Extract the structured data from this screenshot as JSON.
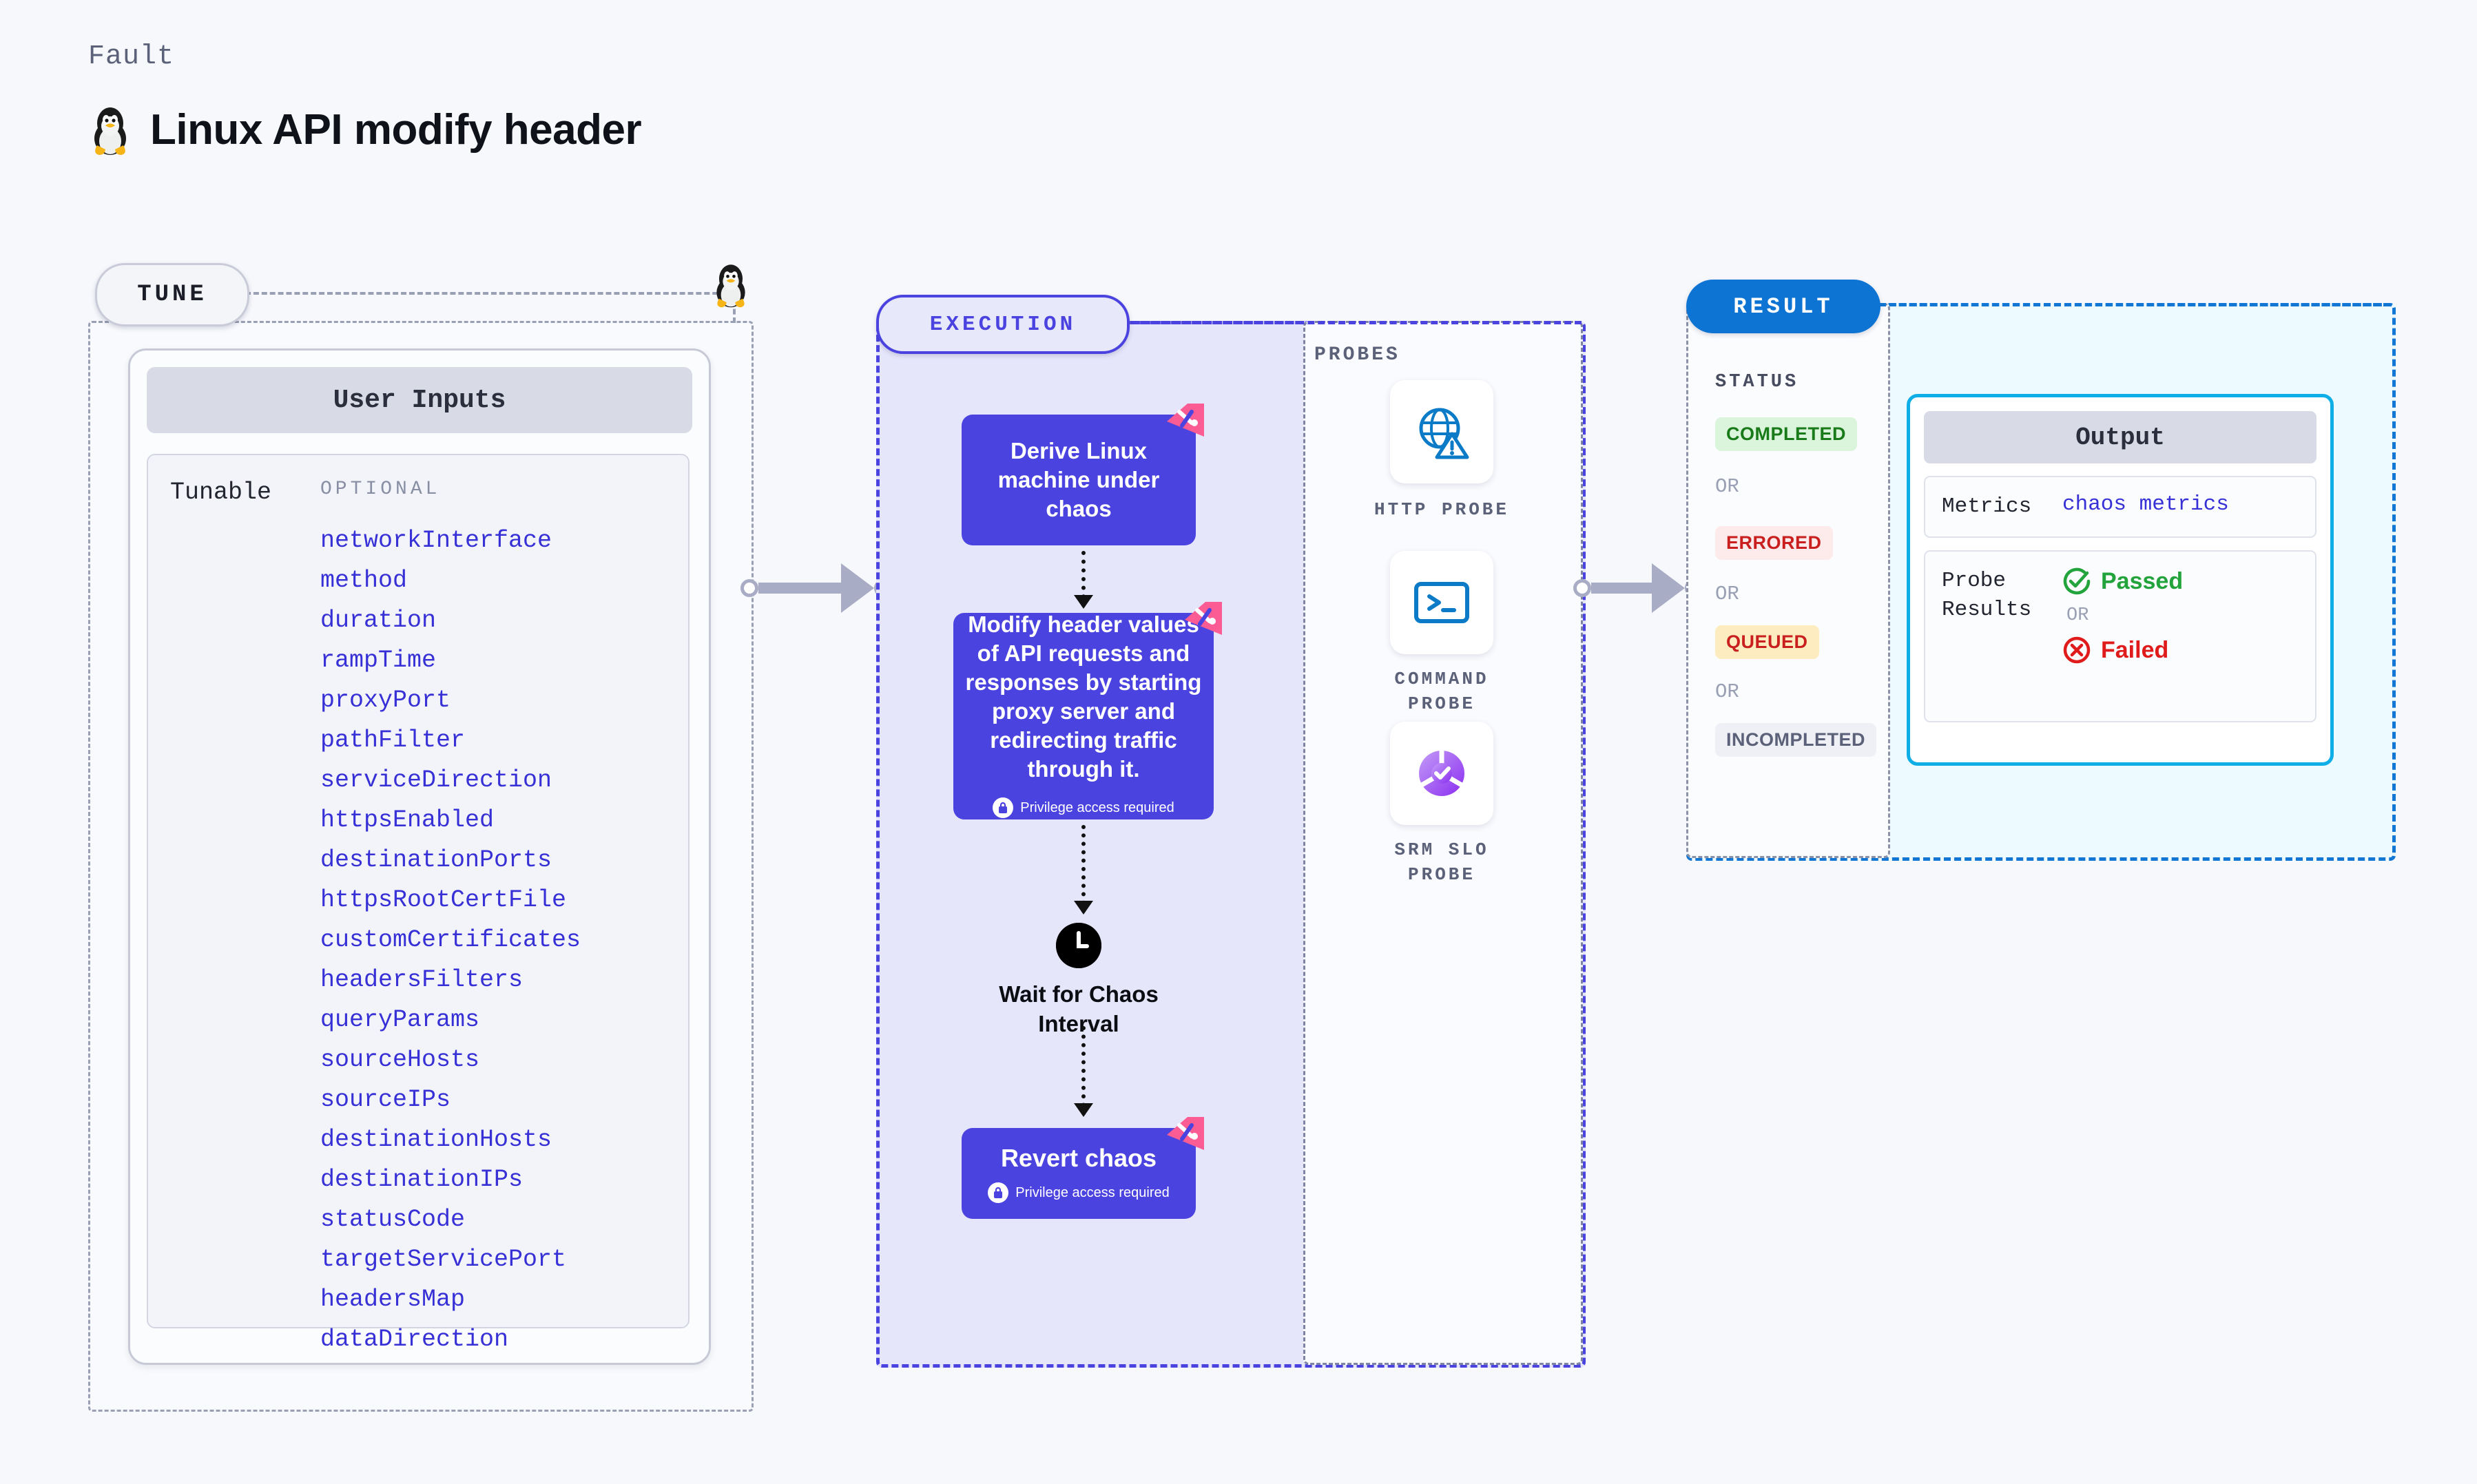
{
  "header": {
    "eyebrow": "Fault",
    "title": "Linux API modify header",
    "icon": "linux-tux-icon"
  },
  "tune": {
    "pill": "TUNE",
    "card_title": "User Inputs",
    "group_label": "Tunable",
    "optional_label": "OPTIONAL",
    "params": [
      "networkInterface",
      "method",
      "duration",
      "rampTime",
      "proxyPort",
      "pathFilter",
      "serviceDirection",
      "httpsEnabled",
      "destinationPorts",
      "httpsRootCertFile",
      "customCertificates",
      "headersFilters",
      "queryParams",
      "sourceHosts",
      "sourceIPs",
      "destinationHosts",
      "destinationIPs",
      "statusCode",
      "targetServicePort",
      "headersMap",
      "dataDirection"
    ]
  },
  "execution": {
    "pill": "EXECUTION",
    "nodes": {
      "derive": "Derive Linux machine under chaos",
      "modify": "Modify header values of API requests and responses by starting proxy server and redirecting traffic through it.",
      "wait": "Wait for Chaos Interval",
      "revert": "Revert chaos"
    },
    "privilege_note": "Privilege access required"
  },
  "probes": {
    "label": "PROBES",
    "items": [
      {
        "name": "HTTP PROBE",
        "icon": "globe-warning-icon"
      },
      {
        "name": "COMMAND PROBE",
        "icon": "terminal-icon"
      },
      {
        "name": "SRM SLO PROBE",
        "icon": "slo-donut-check-icon"
      }
    ]
  },
  "result": {
    "pill": "RESULT",
    "status_label": "STATUS",
    "or_label": "OR",
    "statuses": [
      {
        "text": "COMPLETED",
        "color": "#197a19",
        "bg": "#dbf5dc"
      },
      {
        "text": "ERRORED",
        "color": "#c91f1f",
        "bg": "#fdeaea"
      },
      {
        "text": "QUEUED",
        "color": "#c91f1f",
        "bg": "#fdecbf"
      },
      {
        "text": "INCOMPLETED",
        "color": "#5b6178",
        "bg": "#eff0f5"
      }
    ],
    "output": {
      "title": "Output",
      "metrics_key": "Metrics",
      "metrics_value": "chaos metrics",
      "probe_key": "Probe Results",
      "passed": "Passed",
      "failed": "Failed",
      "or_label": "OR"
    }
  },
  "colors": {
    "accent_purple": "#4b43e0",
    "accent_blue": "#0d74d4",
    "accent_cyan": "#10aee6",
    "flag_pink": "#fb5c93",
    "param_blue": "#3630d6"
  }
}
